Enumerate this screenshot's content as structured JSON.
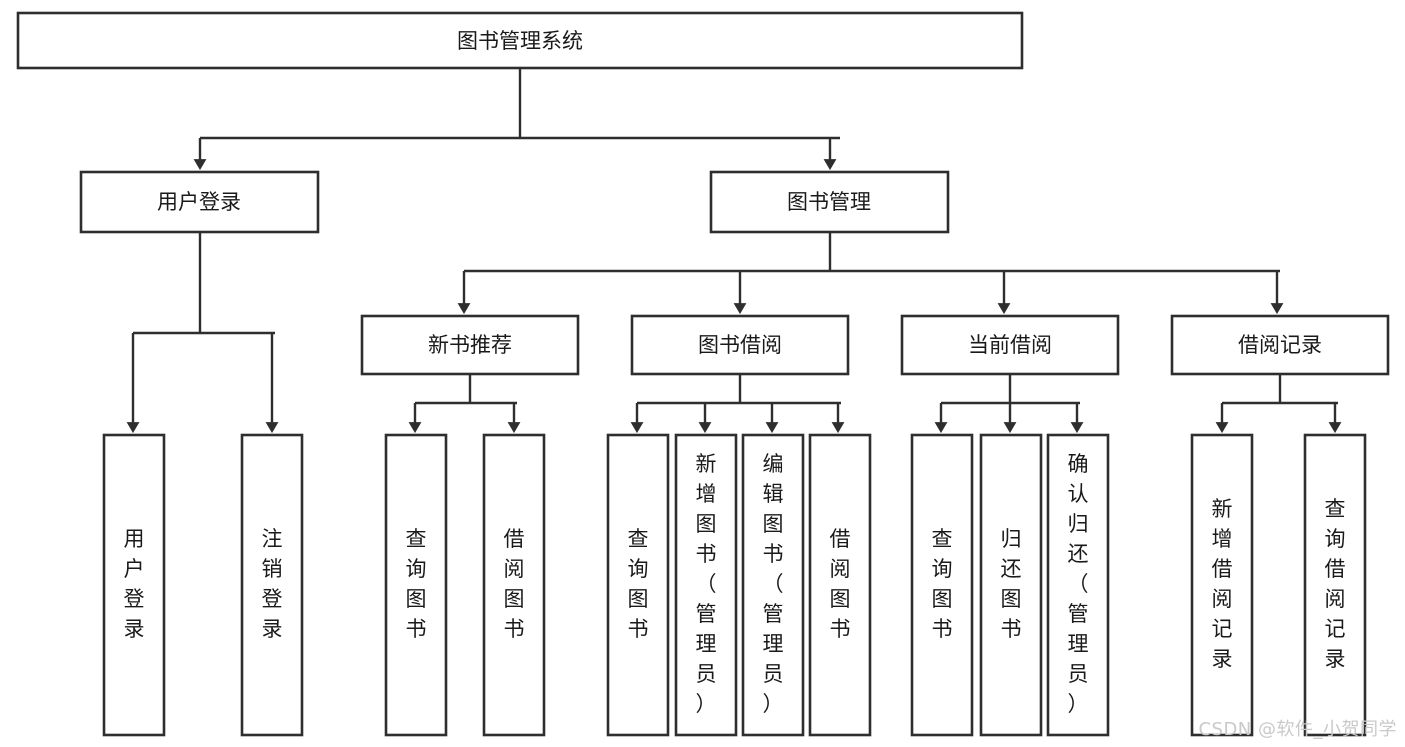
{
  "diagram": {
    "type": "tree-flowchart",
    "orientation": "top-down",
    "root": "图书管理系统",
    "colors": {
      "box_stroke": "#2e2e2e",
      "box_fill": "#ffffff",
      "edge": "#2e2e2e",
      "text": "#1a1a1a",
      "watermark": "#c9c9c9",
      "background": "#ffffff"
    },
    "nodes": {
      "root": {
        "label": "图书管理系统"
      },
      "level2": [
        {
          "id": "user-login",
          "label": "用户登录"
        },
        {
          "id": "book-manage",
          "label": "图书管理"
        }
      ],
      "level3": [
        {
          "id": "new-book-recommend",
          "label": "新书推荐",
          "parent": "book-manage"
        },
        {
          "id": "book-borrow",
          "label": "图书借阅",
          "parent": "book-manage"
        },
        {
          "id": "current-borrow",
          "label": "当前借阅",
          "parent": "book-manage"
        },
        {
          "id": "borrow-record",
          "label": "借阅记录",
          "parent": "book-manage"
        }
      ],
      "leaves": [
        {
          "id": "leaf-user-login",
          "label": "用户登录",
          "parent": "user-login"
        },
        {
          "id": "leaf-logout",
          "label": "注销登录",
          "parent": "user-login"
        },
        {
          "id": "leaf-query-book-1",
          "label": "查询图书",
          "parent": "new-book-recommend"
        },
        {
          "id": "leaf-borrow-book-1",
          "label": "借阅图书",
          "parent": "new-book-recommend"
        },
        {
          "id": "leaf-query-book-2",
          "label": "查询图书",
          "parent": "book-borrow"
        },
        {
          "id": "leaf-add-book",
          "label": "新增图书（管理员）",
          "parent": "book-borrow"
        },
        {
          "id": "leaf-edit-book",
          "label": "编辑图书（管理员）",
          "parent": "book-borrow"
        },
        {
          "id": "leaf-borrow-book-2",
          "label": "借阅图书",
          "parent": "book-borrow"
        },
        {
          "id": "leaf-query-book-3",
          "label": "查询图书",
          "parent": "current-borrow"
        },
        {
          "id": "leaf-return-book",
          "label": "归还图书",
          "parent": "current-borrow"
        },
        {
          "id": "leaf-confirm-return",
          "label": "确认归还（管理员）",
          "parent": "current-borrow"
        },
        {
          "id": "leaf-add-record",
          "label": "新增借阅记录",
          "parent": "borrow-record"
        },
        {
          "id": "leaf-query-record",
          "label": "查询借阅记录",
          "parent": "borrow-record"
        }
      ]
    }
  },
  "watermark": {
    "text": "CSDN @软件_小贺同学"
  }
}
